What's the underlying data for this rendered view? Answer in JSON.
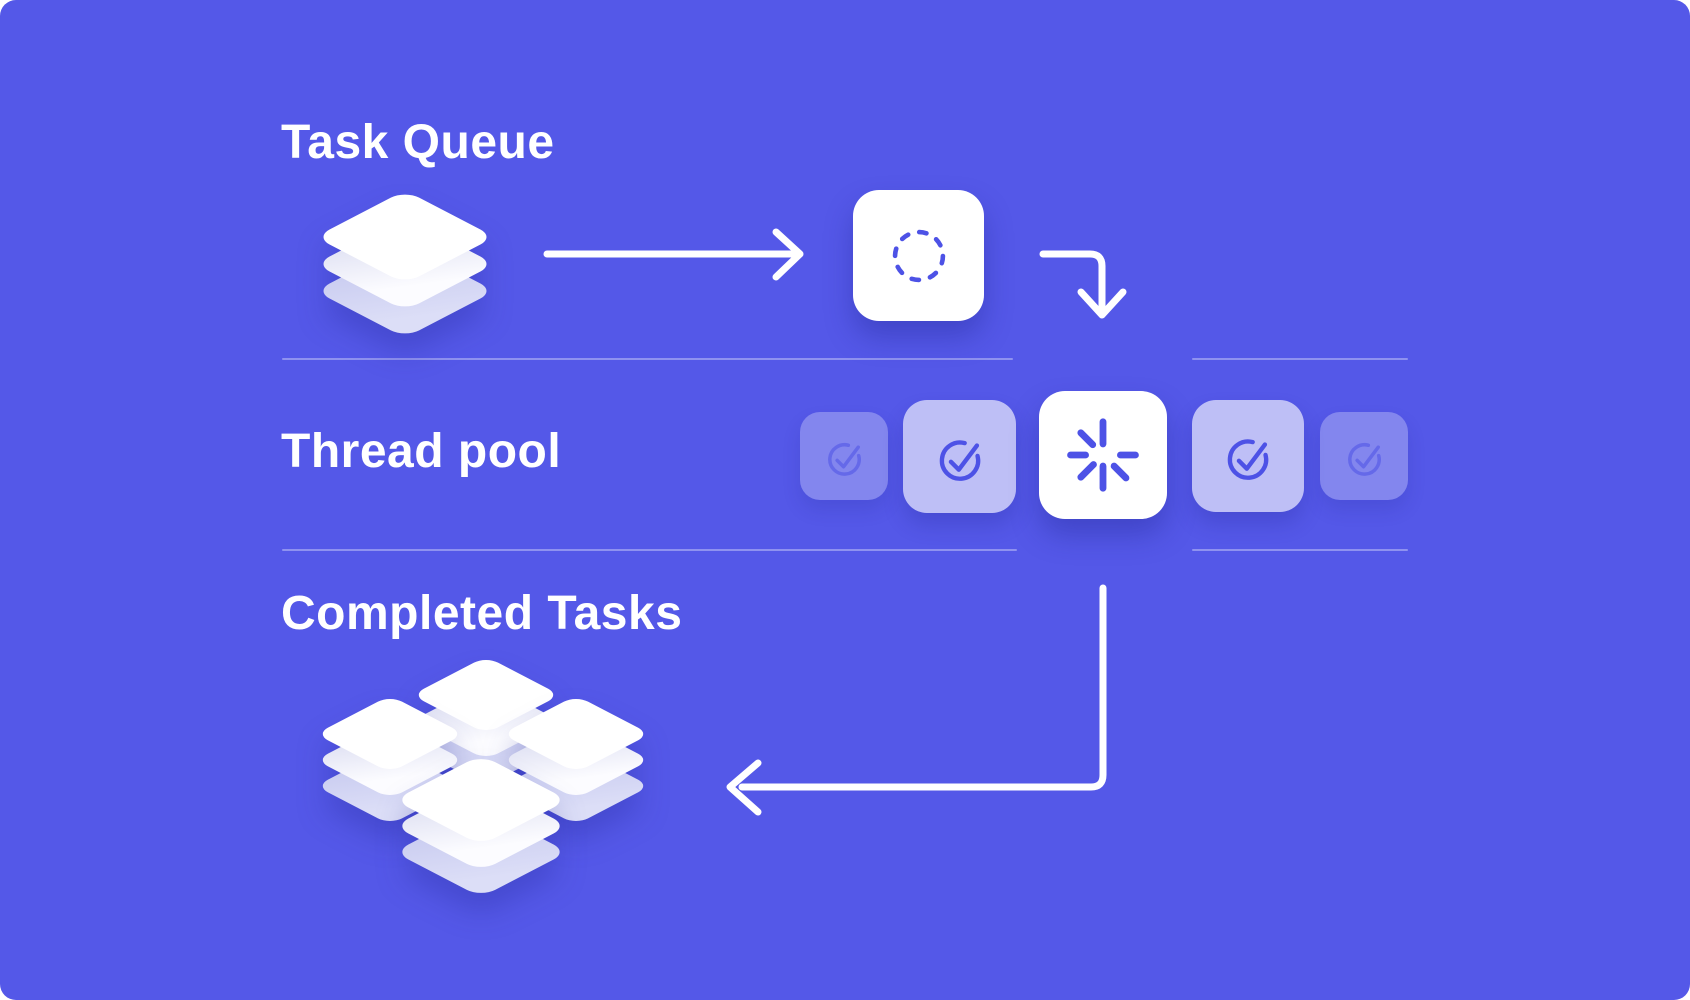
{
  "page": {
    "background_color": "#5458e8",
    "accent_icon_color": "#4d52e6",
    "divider_color": "rgba(255,255,255,0.35)",
    "text_color": "#ffffff"
  },
  "task_queue": {
    "title": "Task Queue",
    "stack_icon": "layers-stack-icon",
    "layers_count": 3
  },
  "flow": {
    "arrow_queue_to_task": "right-arrow",
    "arrow_task_to_pool": "elbow-down-arrow",
    "arrow_pool_to_completed": "return-left-arrow",
    "incoming_task_icon": "dashed-circle-task-icon"
  },
  "thread_pool": {
    "title": "Thread pool",
    "threads": [
      {
        "state": "completed",
        "emphasis": "faint",
        "icon": "check-circle-icon"
      },
      {
        "state": "completed",
        "emphasis": "normal",
        "icon": "check-circle-icon"
      },
      {
        "state": "processing",
        "emphasis": "active",
        "icon": "spinner-icon"
      },
      {
        "state": "completed",
        "emphasis": "normal",
        "icon": "check-circle-icon"
      },
      {
        "state": "completed",
        "emphasis": "faint",
        "icon": "check-circle-icon"
      }
    ]
  },
  "completed_tasks": {
    "title": "Completed Tasks",
    "stack_icon": "layers-grid-icon",
    "stacks_count": 4,
    "layers_per_stack": 3
  }
}
